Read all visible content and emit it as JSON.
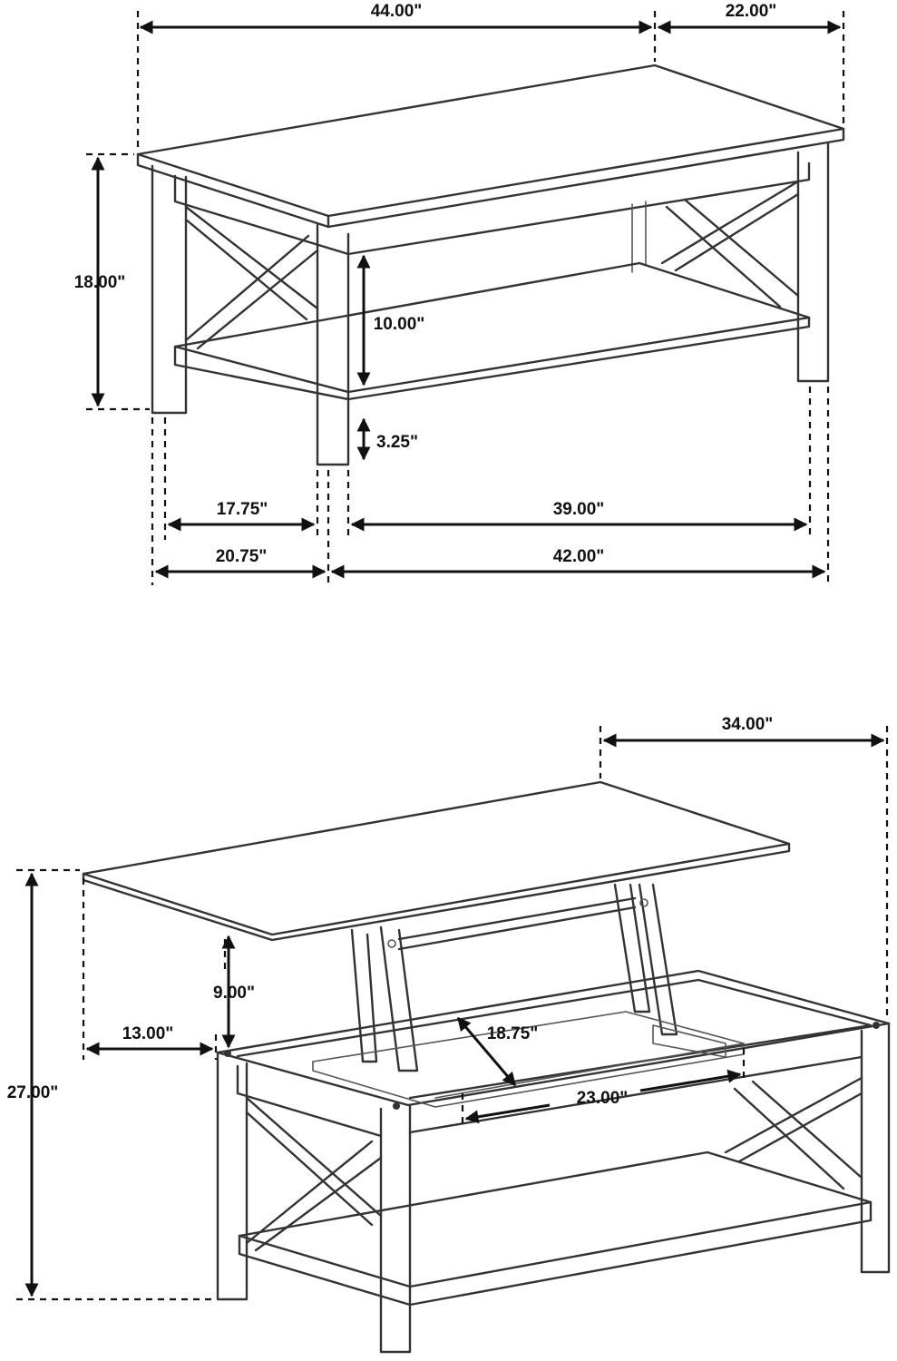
{
  "top_view": {
    "width": "44.00\"",
    "depth": "22.00\"",
    "height": "18.00\"",
    "shelf_gap": "10.00\"",
    "bottom_clearance": "3.25\"",
    "side_inner": "17.75\"",
    "front_inner": "39.00\"",
    "side_outer": "20.75\"",
    "front_outer": "42.00\""
  },
  "bottom_view": {
    "lifted_depth": "34.00\"",
    "lift_height": "9.00\"",
    "top_offset": "13.00\"",
    "total_height": "27.00\"",
    "storage_depth": "18.75\"",
    "storage_width": "23.00\""
  }
}
